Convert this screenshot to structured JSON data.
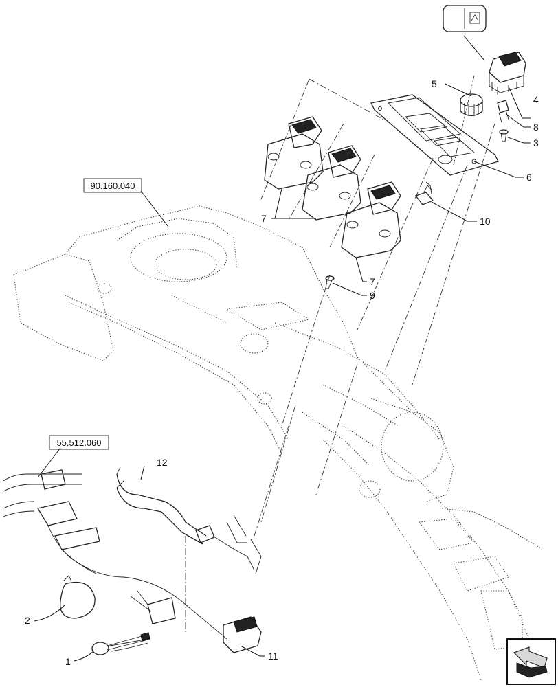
{
  "references": {
    "ref_a": "90.160.040",
    "ref_b": "55.512.060"
  },
  "callouts": [
    {
      "id": "1",
      "text": "1"
    },
    {
      "id": "2",
      "text": "2"
    },
    {
      "id": "3",
      "text": "3"
    },
    {
      "id": "4",
      "text": "4"
    },
    {
      "id": "5",
      "text": "5"
    },
    {
      "id": "6",
      "text": "6"
    },
    {
      "id": "7a",
      "text": "7"
    },
    {
      "id": "7b",
      "text": "7"
    },
    {
      "id": "8",
      "text": "8"
    },
    {
      "id": "9",
      "text": "9"
    },
    {
      "id": "10",
      "text": "10"
    },
    {
      "id": "11",
      "text": "11"
    },
    {
      "id": "12",
      "text": "12"
    }
  ],
  "icons": {
    "switch_symbol": "rear-wiper-symbol-icon",
    "nav_arrow": "navigation-arrow-icon"
  }
}
